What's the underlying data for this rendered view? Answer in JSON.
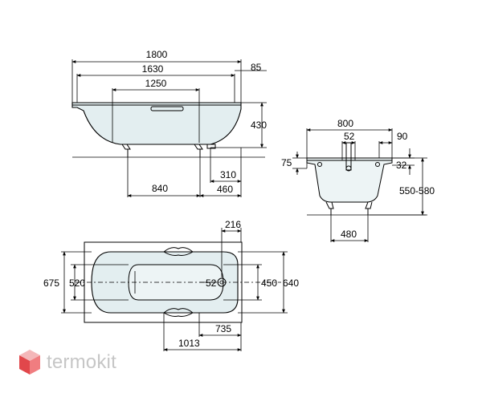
{
  "dimensions": {
    "side": {
      "length_total": "1800",
      "length_inner": "1630",
      "length_center": "1250",
      "rim_right": "85",
      "height": "430",
      "legs_spacing": "840",
      "leg_right_offset": "460",
      "drain_offset": "310"
    },
    "end": {
      "width": "800",
      "drain_width": "52",
      "rim": "90",
      "rim_left": "75",
      "rim_right": "32",
      "height_range": "550-580",
      "leg_spacing": "480"
    },
    "top": {
      "handle_offset": "216",
      "outer_width": "675",
      "inner_width": "520",
      "drain": "52",
      "basin_width": "450",
      "total_width": "640",
      "handle_distance": "735",
      "drain_distance": "1013"
    }
  },
  "brand": {
    "name": "termokit",
    "colors": {
      "cube_top": "#f4b7b9",
      "cube_left": "#e1474b",
      "cube_right": "#f07d80",
      "text": "#c6c6c6"
    }
  }
}
